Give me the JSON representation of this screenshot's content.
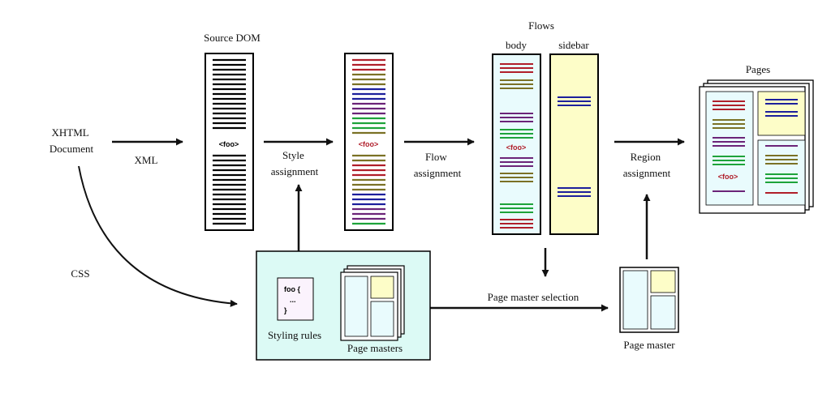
{
  "labels": {
    "xhtml_line1": "XHTML",
    "xhtml_line2": "Document",
    "xml": "XML",
    "css": "CSS",
    "source_dom": "Source DOM",
    "style_line1": "Style",
    "style_line2": "assignment",
    "flow_line1": "Flow",
    "flow_line2": "assignment",
    "flows": "Flows",
    "body": "body",
    "sidebar": "sidebar",
    "region_line1": "Region",
    "region_line2": "assignment",
    "pages": "Pages",
    "styling_rules": "Styling rules",
    "page_masters": "Page masters",
    "page_master_selection": "Page master selection",
    "page_master": "Page master"
  },
  "tags": {
    "foo": "<foo>"
  },
  "rule_code": {
    "line1": "foo {",
    "line2": "...",
    "line3": "}"
  },
  "colors": {
    "black": "#000000",
    "red": "#b01e2a",
    "olive": "#7b7125",
    "blue": "#1c1f9c",
    "purple": "#6b2478",
    "green": "#1ea33a",
    "foo_text": "#b01e2a",
    "styling_box": "#dcfaf5",
    "page_region": "#e9fbfd",
    "sidebar_region": "#fdfdc8",
    "rules_card": "#fbf3fd"
  }
}
